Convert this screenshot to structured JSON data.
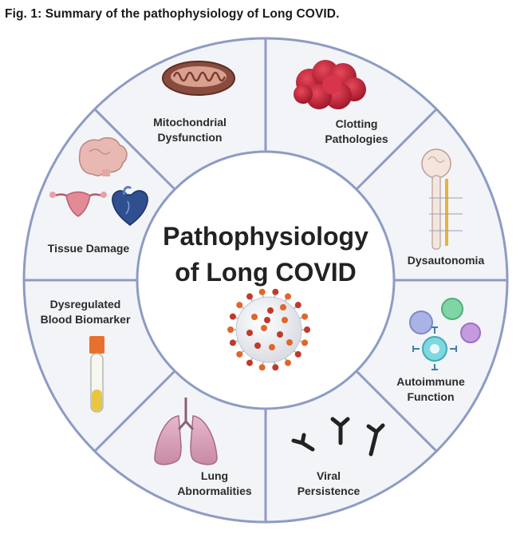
{
  "caption": "Fig. 1: Summary of the pathophysiology of Long COVID.",
  "center": {
    "line1": "Pathophysiology",
    "line2": "of Long COVID"
  },
  "segments": [
    {
      "lines": [
        "Mitochondrial",
        "Dysfunction"
      ]
    },
    {
      "lines": [
        "Clotting",
        "Pathologies"
      ]
    },
    {
      "lines": [
        "Dysautonomia"
      ]
    },
    {
      "lines": [
        "Autoimmune",
        "Function"
      ]
    },
    {
      "lines": [
        "Viral",
        "Persistence"
      ]
    },
    {
      "lines": [
        "Lung",
        "Abnormalities"
      ]
    },
    {
      "lines": [
        "Dysregulated",
        "Blood Biomarker"
      ]
    },
    {
      "lines": [
        "Tissue Damage"
      ]
    }
  ],
  "colors": {
    "ring": "#8e9bc4",
    "panel": "#f2f4f8",
    "accent_red": "#c0392b",
    "accent_orange": "#e0662a"
  }
}
